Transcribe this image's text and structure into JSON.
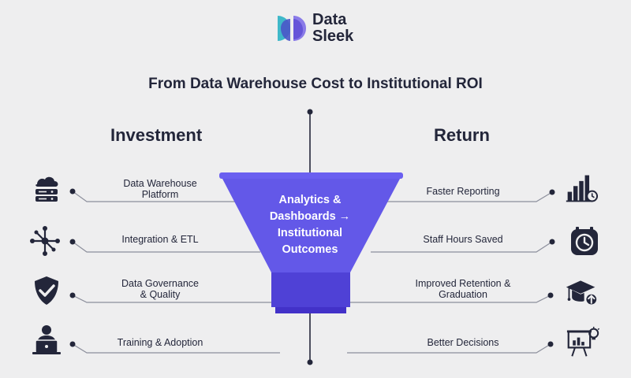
{
  "brand": {
    "line1": "Data",
    "line2": "Sleek"
  },
  "title": "From Data Warehouse Cost to Institutional ROI",
  "investment": {
    "heading": "Investment",
    "items": [
      {
        "line1": "Data Warehouse",
        "line2": "Platform",
        "icon": "cloud-server-icon"
      },
      {
        "line1": "Integration & ETL",
        "line2": "",
        "icon": "network-nodes-icon"
      },
      {
        "line1": "Data Governance",
        "line2": "& Quality",
        "icon": "shield-check-icon"
      },
      {
        "line1": "Training & Adoption",
        "line2": "",
        "icon": "person-laptop-icon"
      }
    ]
  },
  "return": {
    "heading": "Return",
    "items": [
      {
        "line1": "Faster Reporting",
        "line2": "",
        "icon": "bar-chart-clock-icon"
      },
      {
        "line1": "Staff Hours Saved",
        "line2": "",
        "icon": "clock-icon"
      },
      {
        "line1": "Improved Retention &",
        "line2": "Graduation",
        "icon": "graduation-cap-icon"
      },
      {
        "line1": "Better Decisions",
        "line2": "",
        "icon": "presentation-board-icon"
      }
    ]
  },
  "funnel": {
    "lines": [
      "Analytics &",
      "Dashboards →",
      "Institutional",
      "Outcomes"
    ]
  },
  "colors": {
    "funnel_top": "#6358e8",
    "funnel_mid": "#5143d8",
    "funnel_bottom": "#4231c8",
    "text_dark": "#23263a",
    "background": "#eeeeef"
  }
}
